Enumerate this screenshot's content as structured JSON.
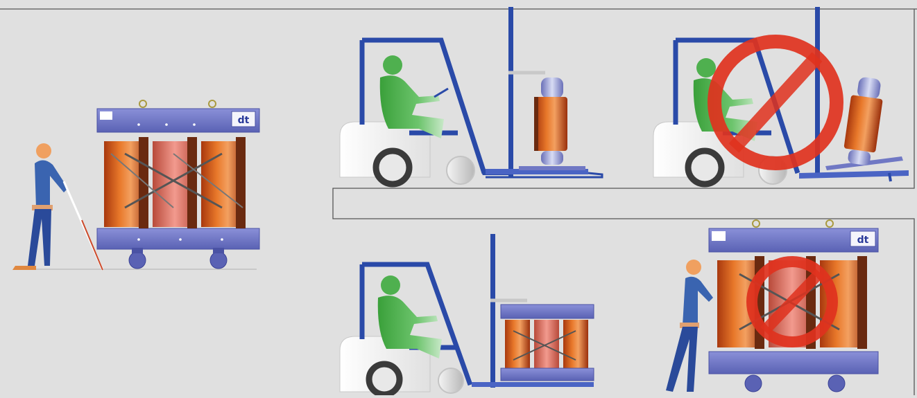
{
  "logo_text": "dt",
  "colors": {
    "background": "#e0e0e0",
    "frame_line": "#555555",
    "forklift_blue": "#2a4aa8",
    "frame_purple": "#7078c4",
    "coil_orange": "#d8641e",
    "coil_pink": "#e88a8a",
    "operator_green": "#4fb04f",
    "worker_blue": "#3a64b0",
    "prohibition_red": "#e0321e"
  },
  "scenes": [
    {
      "id": "manual-push-base",
      "allowed": true
    },
    {
      "id": "forklift-lift-single-coil",
      "allowed": true
    },
    {
      "id": "forklift-tilted-coil",
      "allowed": false
    },
    {
      "id": "forklift-lift-transformer",
      "allowed": true
    },
    {
      "id": "manual-push-top",
      "allowed": false
    }
  ]
}
